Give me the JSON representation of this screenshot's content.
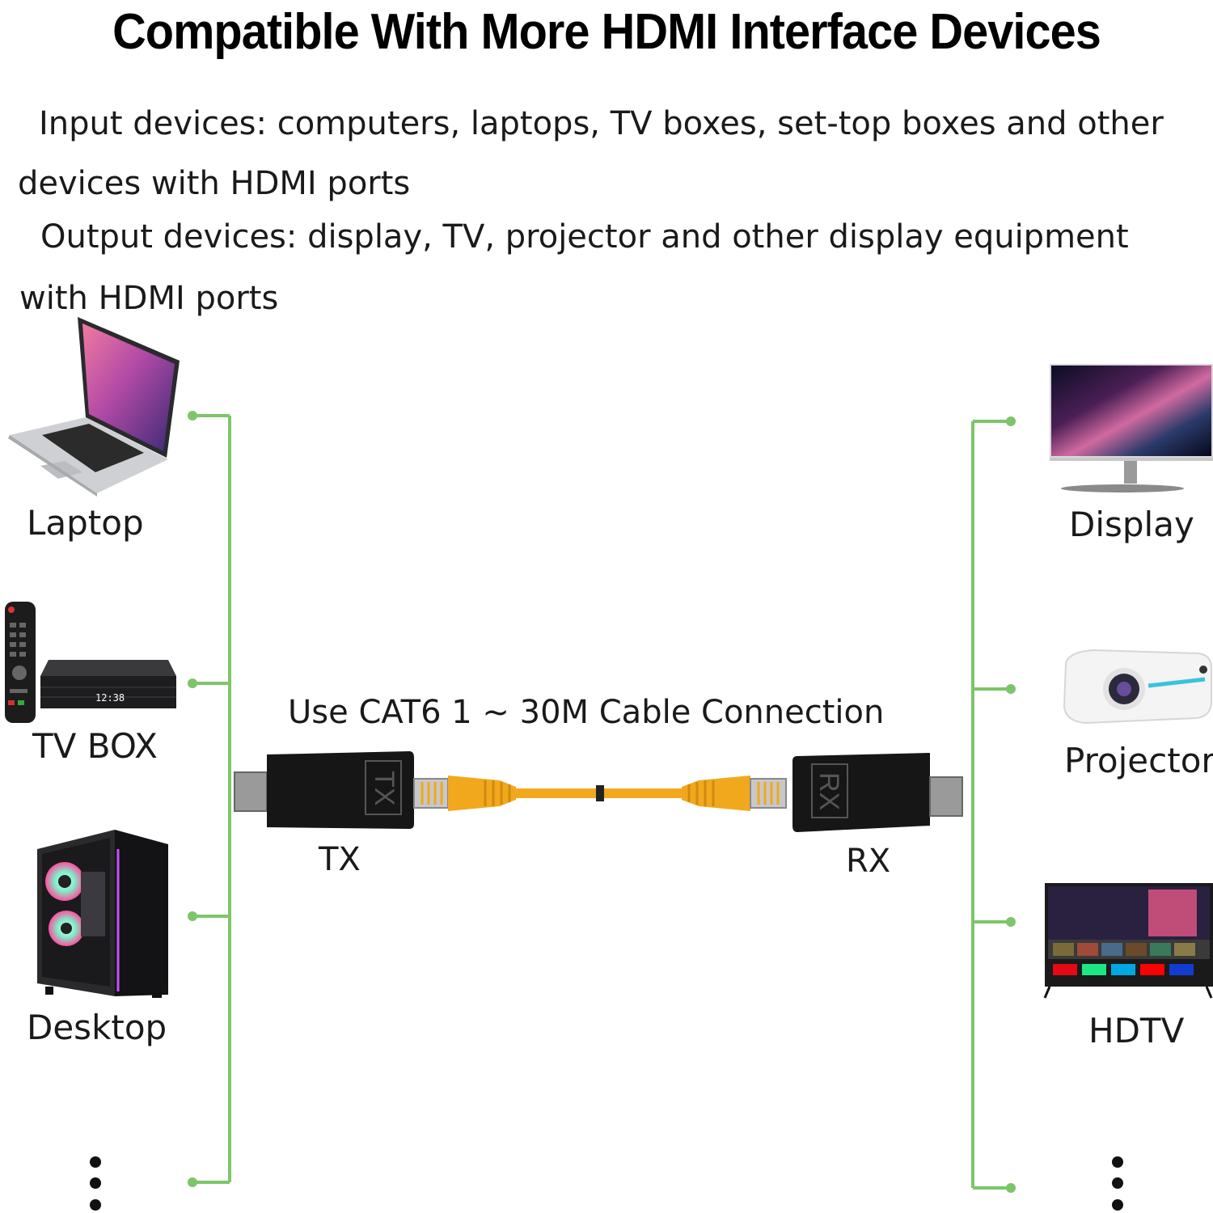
{
  "title": "Compatible With More HDMI Interface Devices",
  "description": {
    "input_line1": "Input devices: computers, laptops, TV boxes, set-top boxes and other",
    "input_line2": "devices with HDMI ports",
    "output_line1": "Output devices: display, TV, projector and other display equipment",
    "output_line2": "with HDMI ports"
  },
  "input_devices": [
    {
      "label": "Laptop",
      "icon": "laptop-icon"
    },
    {
      "label": "TV BOX",
      "icon": "tv-box-icon"
    },
    {
      "label": "Desktop",
      "icon": "desktop-icon"
    }
  ],
  "output_devices": [
    {
      "label": "Display",
      "icon": "monitor-icon"
    },
    {
      "label": "Projector",
      "icon": "projector-icon"
    },
    {
      "label": "HDTV",
      "icon": "hdtv-icon"
    }
  ],
  "cable_caption": "Use CAT6 1 ~ 30M Cable Connection",
  "tx_label": "TX",
  "rx_label": "RX",
  "tvbox_clock": "12:38",
  "adapter_tx_text": "TX",
  "adapter_rx_text": "RX",
  "colors": {
    "connector_line": "#7dc56a",
    "cable": "#f2a81d",
    "adapter": "#161616"
  }
}
